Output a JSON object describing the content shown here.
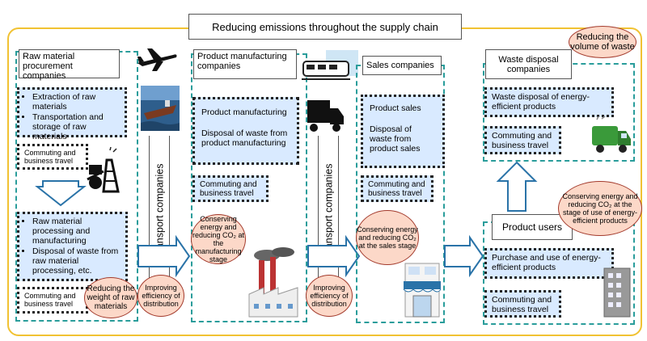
{
  "title": "Reducing emissions throughout the supply chain",
  "raw": {
    "header": "Raw material procurement companies",
    "box1": [
      "Extraction of raw materials",
      "Transportation and storage of raw materials"
    ],
    "commute1": "Commuting and business travel",
    "box2": [
      "Raw material processing and manufacturing",
      "Disposal of waste from raw material processing, etc."
    ],
    "commute2": "Commuting and business travel",
    "oval": "Reducing the weight of raw materials"
  },
  "transport1": {
    "label": "Transport companies",
    "oval": "Improving efficiency of distribution"
  },
  "manufacturing": {
    "header": "Product manufacturing companies",
    "item1": "Product manufacturing",
    "item2": "Disposal of waste from product manufacturing",
    "commute": "Commuting and business travel",
    "oval": "Conserving energy and reducing CO₂ at the manufacturing stage"
  },
  "transport2": {
    "label": "Transport companies",
    "oval": "Improving efficiency of distribution"
  },
  "sales": {
    "header": "Sales companies",
    "item1": "Product sales",
    "item2": "Disposal of waste from product sales",
    "commute": "Commuting and business travel",
    "oval": "Conserving energy and reducing CO₂ at the sales stage"
  },
  "waste": {
    "header": "Waste disposal companies",
    "item": "Waste disposal of energy-efficient products",
    "commute": "Commuting and business travel",
    "oval": "Reducing the volume of waste"
  },
  "users": {
    "header": "Product users",
    "item": "Purchase and use of energy-efficient products",
    "commute": "Commuting and business travel",
    "oval": "Conserving energy and reducing CO₂ at the stage of use of energy-efficient products"
  },
  "colors": {
    "frame": "#f1c232",
    "dashed": "#2a9d9b",
    "box_fill": "#d9eaff",
    "oval_fill": "#fcd8c8",
    "arrow": "#2a73a8"
  }
}
